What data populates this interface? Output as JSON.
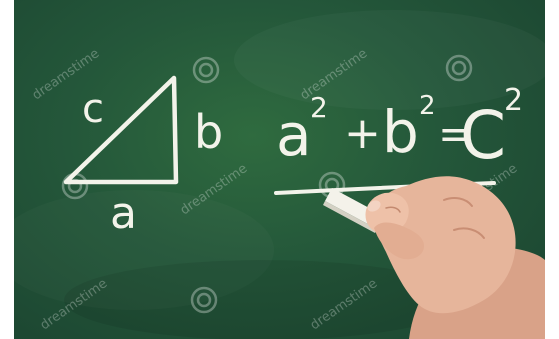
{
  "image": {
    "subject": "Hand writing the Pythagorean theorem on a green chalkboard",
    "colors": {
      "board": "#24573a",
      "chalk": "#f3f3ea",
      "skin": "#e7b79e"
    }
  },
  "triangle_labels": {
    "c": "c",
    "b": "b",
    "a": "a"
  },
  "equation": {
    "a": "a",
    "a_exp": "2",
    "plus": "+",
    "b": "b",
    "b_exp": "2",
    "equals": "=",
    "c": "C",
    "c_exp": "2"
  },
  "watermark": {
    "text": "dreamstime"
  }
}
